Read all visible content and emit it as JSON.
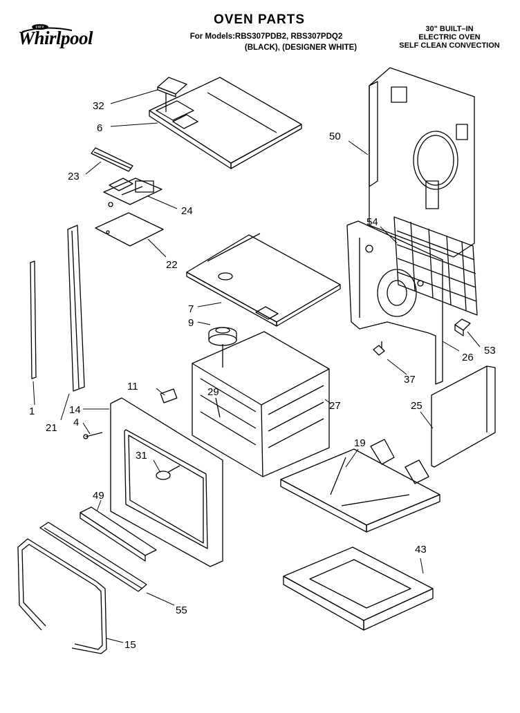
{
  "brand": "Whirlpool",
  "brand_badge": "USA",
  "header": {
    "title": "OVEN PARTS",
    "models_line": "For Models:RBS307PDB2, RBS307PDQ2",
    "colors_line": "(BLACK), (DESIGNER WHITE)",
    "type_line1": "30\" BUILT–IN",
    "type_line2": "ELECTRIC OVEN",
    "type_line3": "SELF CLEAN CONVECTION"
  },
  "parts": {
    "p1": "1",
    "p4": "4",
    "p6": "6",
    "p7": "7",
    "p9": "9",
    "p11": "11",
    "p14": "14",
    "p15": "15",
    "p19": "19",
    "p21": "21",
    "p22": "22",
    "p23": "23",
    "p24": "24",
    "p25": "25",
    "p26": "26",
    "p27": "27",
    "p29": "29",
    "p31": "31",
    "p32": "32",
    "p37": "37",
    "p43": "43",
    "p49": "49",
    "p50": "50",
    "p53": "53",
    "p54": "54",
    "p55": "55"
  }
}
